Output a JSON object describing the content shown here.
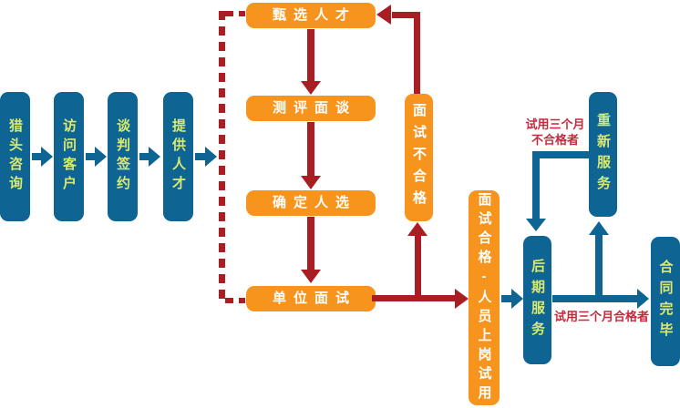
{
  "diagram": {
    "pre_steps": [
      {
        "label": "猎头咨询"
      },
      {
        "label": "访问客户"
      },
      {
        "label": "谈判签约"
      },
      {
        "label": "提供人才"
      }
    ],
    "main_steps": [
      {
        "label": "甄选人才"
      },
      {
        "label": "测评面谈"
      },
      {
        "label": "确定人选"
      },
      {
        "label": "单位面试"
      }
    ],
    "outcome_fail": {
      "label": "面试不合格"
    },
    "outcome_pass": {
      "label": "面试合格-人员上岗试用"
    },
    "post_service": {
      "label": "后期服务"
    },
    "re_service": {
      "label": "重新服务"
    },
    "contract_complete": {
      "label": "合同完毕"
    },
    "annotations": {
      "trial_fail_line1": "试用三个月",
      "trial_fail_line2": "不合格者",
      "trial_pass": "试用三个月合格者"
    },
    "colors": {
      "node_blue": "#0E6493",
      "node_orange": "#F7941E",
      "arrow_red": "#A91E23",
      "annotation_red": "#C32B3C",
      "node_text_yellow_green": "#D9EA6F",
      "node_text_white": "#FFFFFF"
    }
  }
}
